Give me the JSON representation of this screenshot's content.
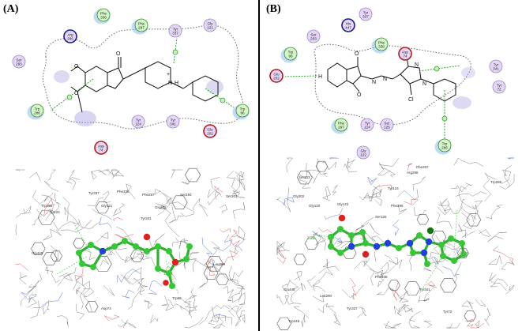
{
  "panels": [
    {
      "label": "(A)",
      "residues": [
        {
          "name": "Phe",
          "num": "338",
          "type": "hydrophobic"
        },
        {
          "name": "Arg",
          "num": "296",
          "type": "positive"
        },
        {
          "name": "Phe",
          "num": "297",
          "type": "hydrophobic"
        },
        {
          "name": "Tyr",
          "num": "337",
          "type": "polar"
        },
        {
          "name": "Gly",
          "num": "121",
          "type": "polar"
        },
        {
          "name": "Ser",
          "num": "293",
          "type": "polar"
        },
        {
          "name": "Trp",
          "num": "286",
          "type": "hydrophobic"
        },
        {
          "name": "Tyr",
          "num": "124",
          "type": "polar"
        },
        {
          "name": "Tyr",
          "num": "341",
          "type": "polar"
        },
        {
          "name": "Glu",
          "num": "202",
          "type": "negative"
        },
        {
          "name": "Asp",
          "num": "74",
          "type": "negative"
        },
        {
          "name": "Trp",
          "num": "86",
          "type": "hydrophobic"
        }
      ],
      "atom_labels": [
        "O",
        "O",
        "O",
        "N",
        "H",
        "+"
      ],
      "labels3d": [
        "Trp86",
        "Trp286",
        "Tyr337",
        "Phe338",
        "Tyr124",
        "Gly121",
        "Phe297",
        "Ser293",
        "Tyr341",
        "Glu202",
        "Asp74",
        "Ser203",
        "Leu289",
        "Gly448"
      ]
    },
    {
      "label": "(B)",
      "residues": [
        {
          "name": "Tyr",
          "num": "337",
          "type": "polar"
        },
        {
          "name": "His",
          "num": "447",
          "type": "positive"
        },
        {
          "name": "Ser",
          "num": "203",
          "type": "polar"
        },
        {
          "name": "Trp",
          "num": "86",
          "type": "hydrophobic"
        },
        {
          "name": "Phe",
          "num": "338",
          "type": "hydrophobic"
        },
        {
          "name": "Asp",
          "num": "74",
          "type": "negative"
        },
        {
          "name": "Glu",
          "num": "202",
          "type": "negative"
        },
        {
          "name": "Tyr",
          "num": "341",
          "type": "polar"
        },
        {
          "name": "Tyr",
          "num": "72",
          "type": "polar"
        },
        {
          "name": "Phe",
          "num": "297",
          "type": "hydrophobic"
        },
        {
          "name": "Tyr",
          "num": "124",
          "type": "polar"
        },
        {
          "name": "Ser",
          "num": "125",
          "type": "polar"
        },
        {
          "name": "Trp",
          "num": "286",
          "type": "hydrophobic"
        },
        {
          "name": "Gly",
          "num": "122",
          "type": "polar"
        }
      ],
      "atom_labels": [
        "O",
        "H",
        "O",
        "N",
        "N",
        "N",
        "N",
        "Cl"
      ],
      "labels3d": [
        "Phe297",
        "Arg296",
        "Ser203",
        "Gly202",
        "Gly120",
        "Gly122",
        "Tyr124",
        "Phe295",
        "Ser125",
        "Trp286",
        "Phe338",
        "Tyr337",
        "Tyr341",
        "Glu448",
        "Trp449",
        "Leu290",
        "Tyr72"
      ],
      "hbond_distance": "2.28"
    }
  ],
  "colors": {
    "hydrophobic_fill": "#d6f5c6",
    "hydrophobic_stroke": "#2e8b2e",
    "polar_fill": "#e5d6f7",
    "polar_stroke": "#9a86c4",
    "positive_stroke": "#1a1a8f",
    "negative_stroke": "#b11c1c",
    "pi_line": "#2aa52a",
    "ligand_carbon": "#35c835",
    "oxygen": "#e02020",
    "nitrogen": "#1f3fe0",
    "chlorine": "#117711",
    "wire": "#6a6a6a"
  }
}
